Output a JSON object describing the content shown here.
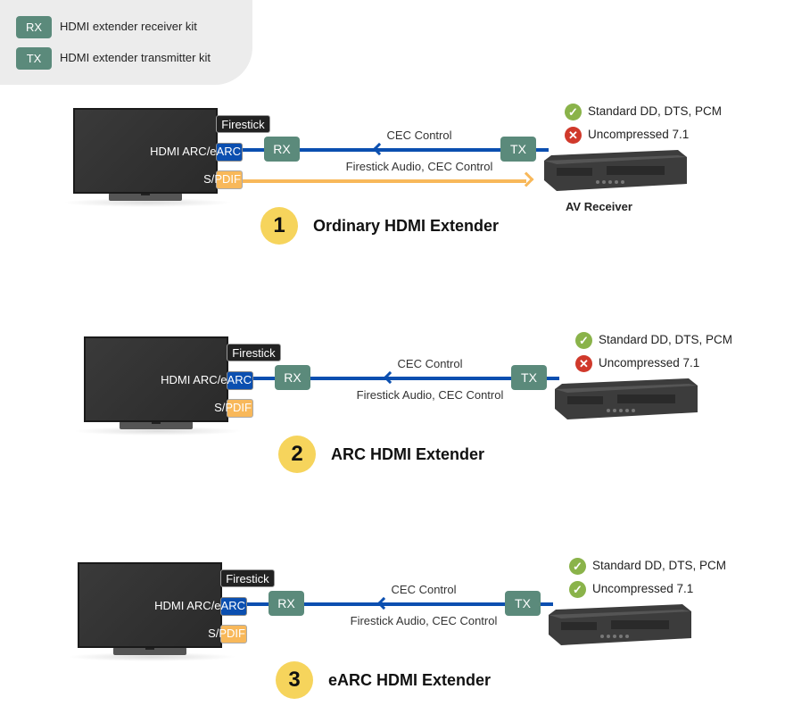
{
  "legend": [
    {
      "badge": "RX",
      "text": "HDMI extender receiver kit"
    },
    {
      "badge": "TX",
      "text": "HDMI extender transmitter kit"
    }
  ],
  "colors": {
    "kit": "#5b8a7b",
    "hdmi_line": "#0b4fb0",
    "spdif_line": "#f8b85a",
    "check": "#8ab34a",
    "cross": "#d0392b",
    "number_circle": "#f6d45c"
  },
  "sections": [
    {
      "number": "1",
      "title": "Ordinary HDMI Extender",
      "firestick": "Firestick",
      "hdmi_port": "HDMI ARC/eARC",
      "spdif_port": "S/PDIF",
      "rx": "RX",
      "tx": "TX",
      "upper_label": "CEC Control",
      "lower_label": "Firestick Audio, CEC Control",
      "spdif_line": true,
      "receiver_label": "AV Receiver",
      "features": [
        {
          "text": "Standard DD, DTS, PCM",
          "supported": true
        },
        {
          "text": "Uncompressed 7.1",
          "supported": false
        }
      ]
    },
    {
      "number": "2",
      "title": "ARC HDMI Extender",
      "firestick": "Firestick",
      "hdmi_port": "HDMI ARC/eARC",
      "spdif_port": "S/PDIF",
      "rx": "RX",
      "tx": "TX",
      "upper_label": "CEC Control",
      "lower_label": "Firestick Audio, CEC Control",
      "spdif_line": false,
      "features": [
        {
          "text": "Standard DD, DTS, PCM",
          "supported": true
        },
        {
          "text": "Uncompressed 7.1",
          "supported": false
        }
      ]
    },
    {
      "number": "3",
      "title": "eARC HDMI Extender",
      "firestick": "Firestick",
      "hdmi_port": "HDMI ARC/eARC",
      "spdif_port": "S/PDIF",
      "rx": "RX",
      "tx": "TX",
      "upper_label": "CEC Control",
      "lower_label": "Firestick Audio, CEC Control",
      "spdif_line": false,
      "features": [
        {
          "text": "Standard DD, DTS, PCM",
          "supported": true
        },
        {
          "text": "Uncompressed 7.1",
          "supported": true
        }
      ]
    }
  ]
}
